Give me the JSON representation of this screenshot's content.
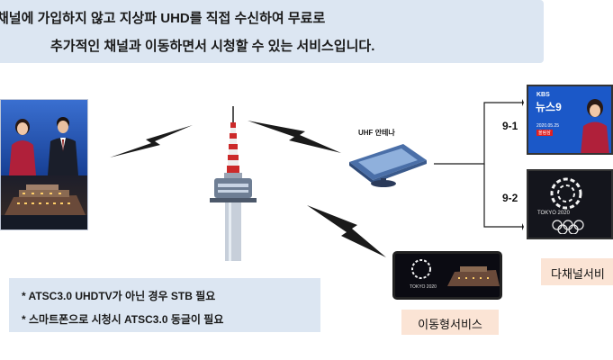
{
  "header": {
    "line1": "채널에 가입하지 않고 지상파 UHD를 직접 수신하여 무료로",
    "line2": "추가적인 채널과 이동하면서 시청할 수 있는 서비스입니다."
  },
  "antenna": {
    "label": "UHF 안테나"
  },
  "channels": [
    {
      "number": "9-1",
      "screen": {
        "brand": "KBS",
        "title": "뉴스9",
        "date": "2020.05.25",
        "badge": "올림삼"
      }
    },
    {
      "number": "9-2",
      "screen": {
        "text": "TOKYO 2020"
      }
    }
  ],
  "multichannel": {
    "label": "다채널서비"
  },
  "mobile": {
    "label": "이동형서비스",
    "screen_text": "TOKYO 2020"
  },
  "notes": [
    "* ATSC3.0 UHDTV가 아닌 경우 STB 필요",
    "* 스마트폰으로 시청시  ATSC3.0 동글이 필요"
  ],
  "colors": {
    "note_background": "#dce6f2",
    "label_background": "#fbe4d5",
    "tower_red": "#cc2a2a"
  }
}
